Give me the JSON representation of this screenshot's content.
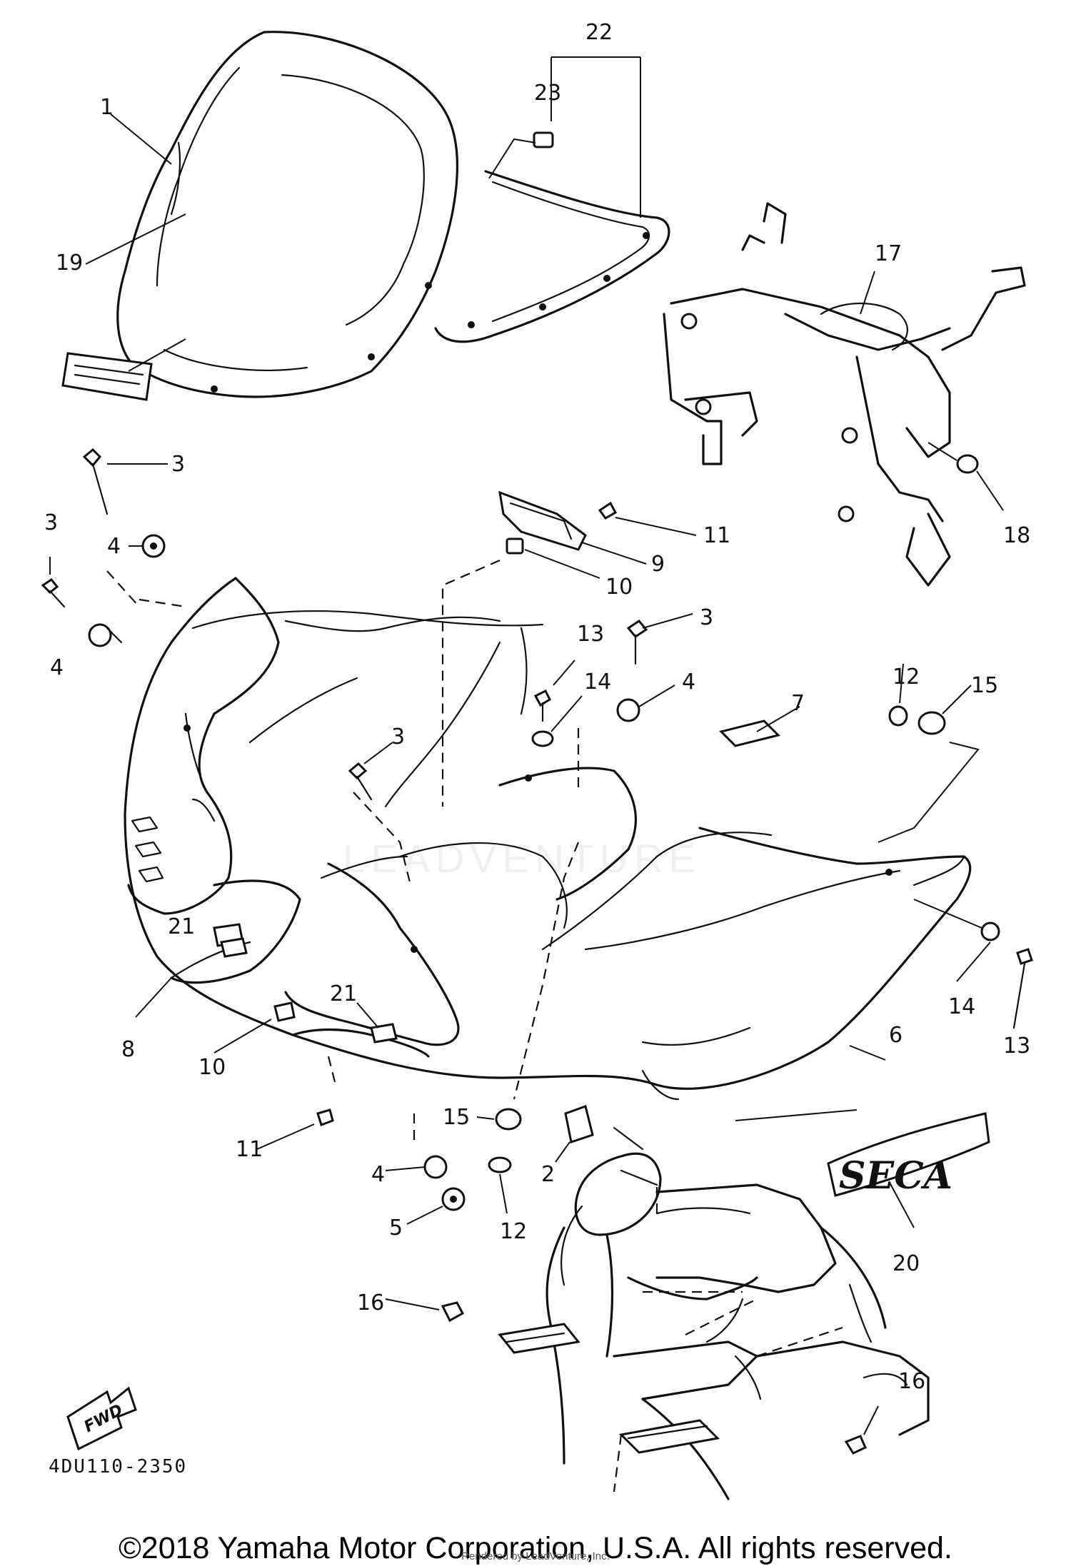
{
  "diagram": {
    "part_callouts": [
      "1",
      "2",
      "3",
      "4",
      "5",
      "6",
      "7",
      "8",
      "9",
      "10",
      "11",
      "12",
      "13",
      "14",
      "15",
      "16",
      "17",
      "18",
      "19",
      "20",
      "21",
      "22",
      "23"
    ],
    "emblem_text": "SECA",
    "fwd_arrow_text": "FWD",
    "diagram_code": "4DU110-2350",
    "watermark": "LEADVENTURE"
  },
  "footer": {
    "copyright": "©2018 Yamaha Motor Corporation, U.S.A. All rights reserved.",
    "render_credit": "Rendered by LeadVenture, Inc."
  }
}
